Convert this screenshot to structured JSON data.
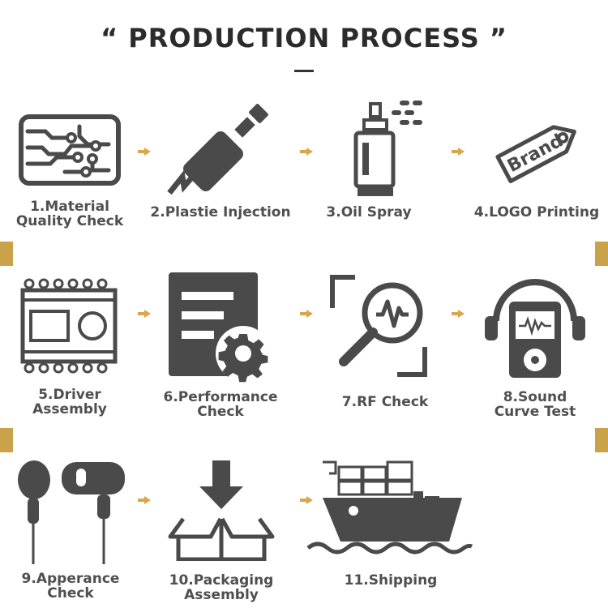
{
  "title": "“ PRODUCTION PROCESS ”",
  "accent_colors": {
    "gold": "#c9a24a",
    "arrow": "#d9a64a",
    "icon": "#4a4a4a"
  },
  "steps": [
    {
      "label": "1.Material\nQuality Check",
      "icon": "circuit-board-icon"
    },
    {
      "label": "2.Plastie Injection",
      "icon": "injection-syringe-icon"
    },
    {
      "label": "3.Oil Spray",
      "icon": "spray-bottle-icon"
    },
    {
      "label": "4.LOGO Printing",
      "icon": "brand-tag-icon"
    },
    {
      "label": "5.Driver\nAssembly",
      "icon": "driver-module-icon"
    },
    {
      "label": "6.Performance\nCheck",
      "icon": "document-gear-icon"
    },
    {
      "label": "7.RF Check",
      "icon": "magnifier-signal-icon"
    },
    {
      "label": "8.Sound\nCurve Test",
      "icon": "headphone-player-icon"
    },
    {
      "label": "9.Apperance\nCheck",
      "icon": "earphones-icon"
    },
    {
      "label": "10.Packaging\nAssembly",
      "icon": "box-arrow-icon"
    },
    {
      "label": "11.Shipping",
      "icon": "cargo-ship-icon"
    }
  ],
  "brand_tag_text": "Brand"
}
